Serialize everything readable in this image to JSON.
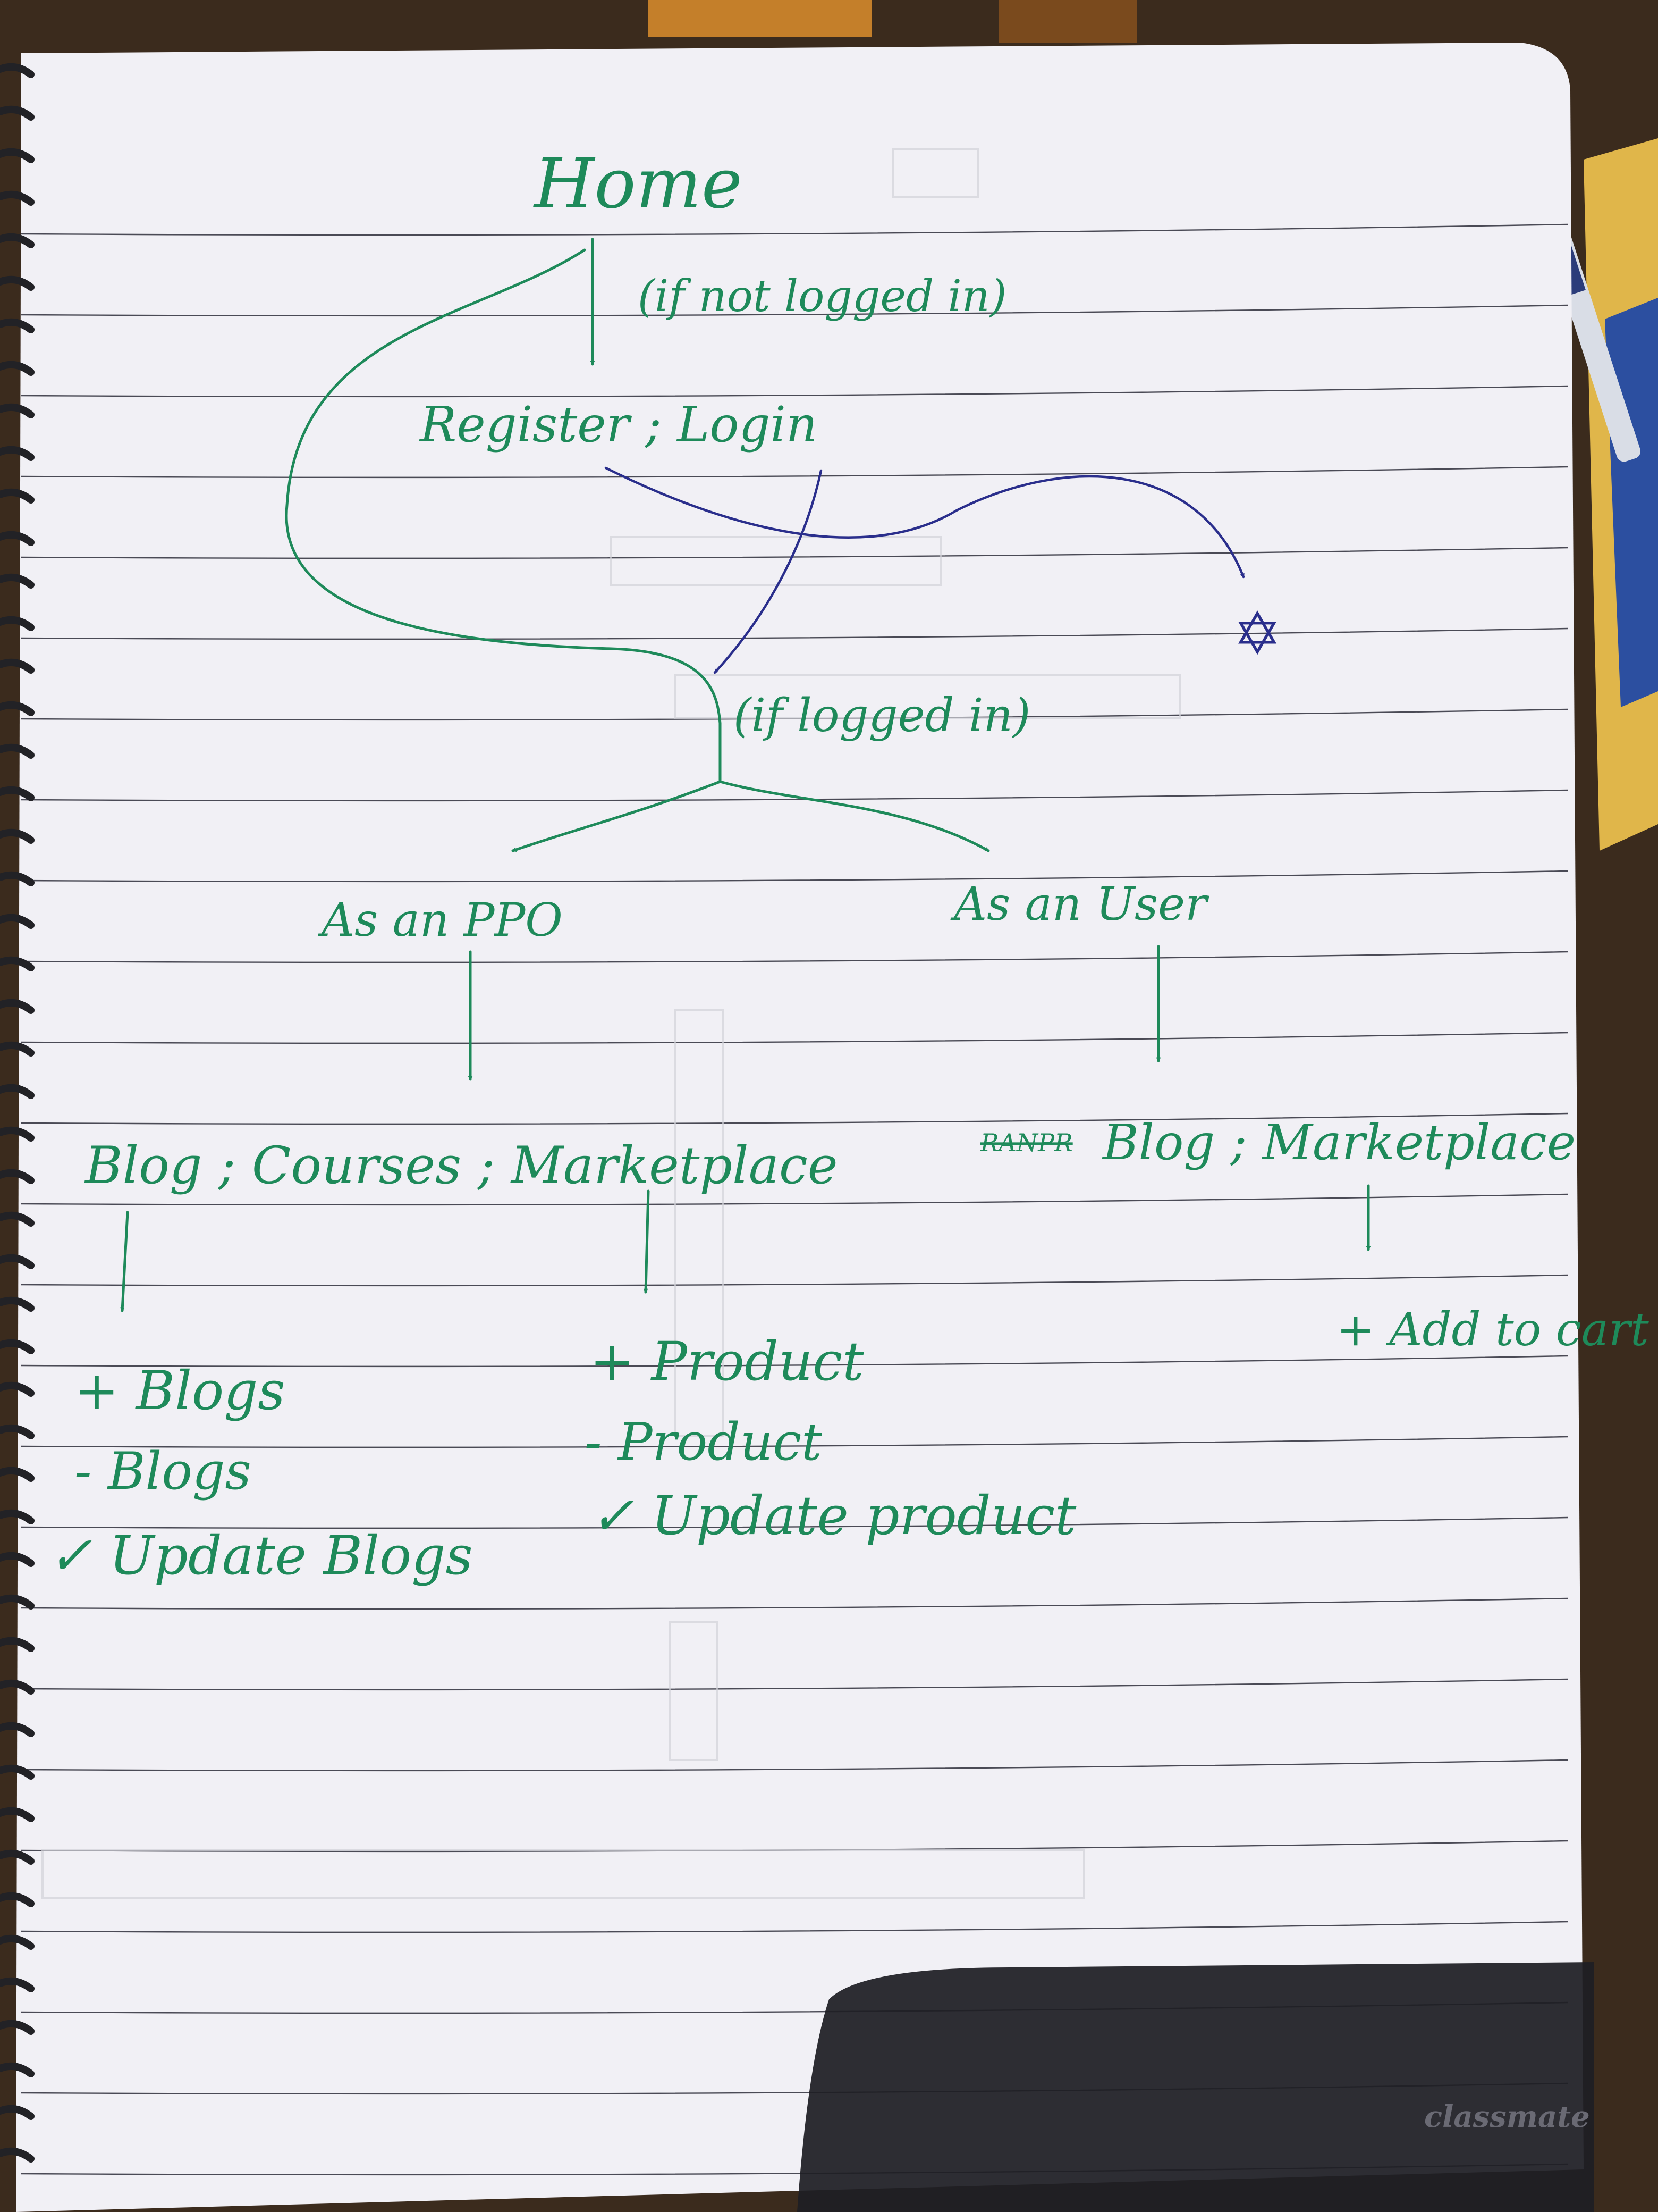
{
  "palette": {
    "background": "#3a2a1c",
    "paper": "#f1f0f5",
    "rule_line": "#4a4a55",
    "green_ink": "#1e8a5a",
    "blue_ink": "#2a2e8c",
    "faint_ink": "#c9c8cf",
    "shadow": "#1e1e24"
  },
  "diagram": {
    "home": "Home",
    "if_not_logged_in": "(if not logged in)",
    "register_login": "Register ; Login",
    "if_logged_in": "(if logged in)",
    "star": "✡",
    "as_ppo": "As an PPO",
    "as_user": "As an User",
    "ppo_sections": "Blog ; Courses ; Marketplace",
    "user_sections": "Blog ; Marketplace",
    "user_scribble": "RANPR",
    "blog_actions": [
      "+ Blogs",
      "- Blogs",
      "✓ Update Blogs"
    ],
    "product_actions": [
      "+ Product",
      "- Product",
      "✓ Update product"
    ],
    "user_actions": [
      "+ Add to cart"
    ]
  },
  "brand": "classmate"
}
